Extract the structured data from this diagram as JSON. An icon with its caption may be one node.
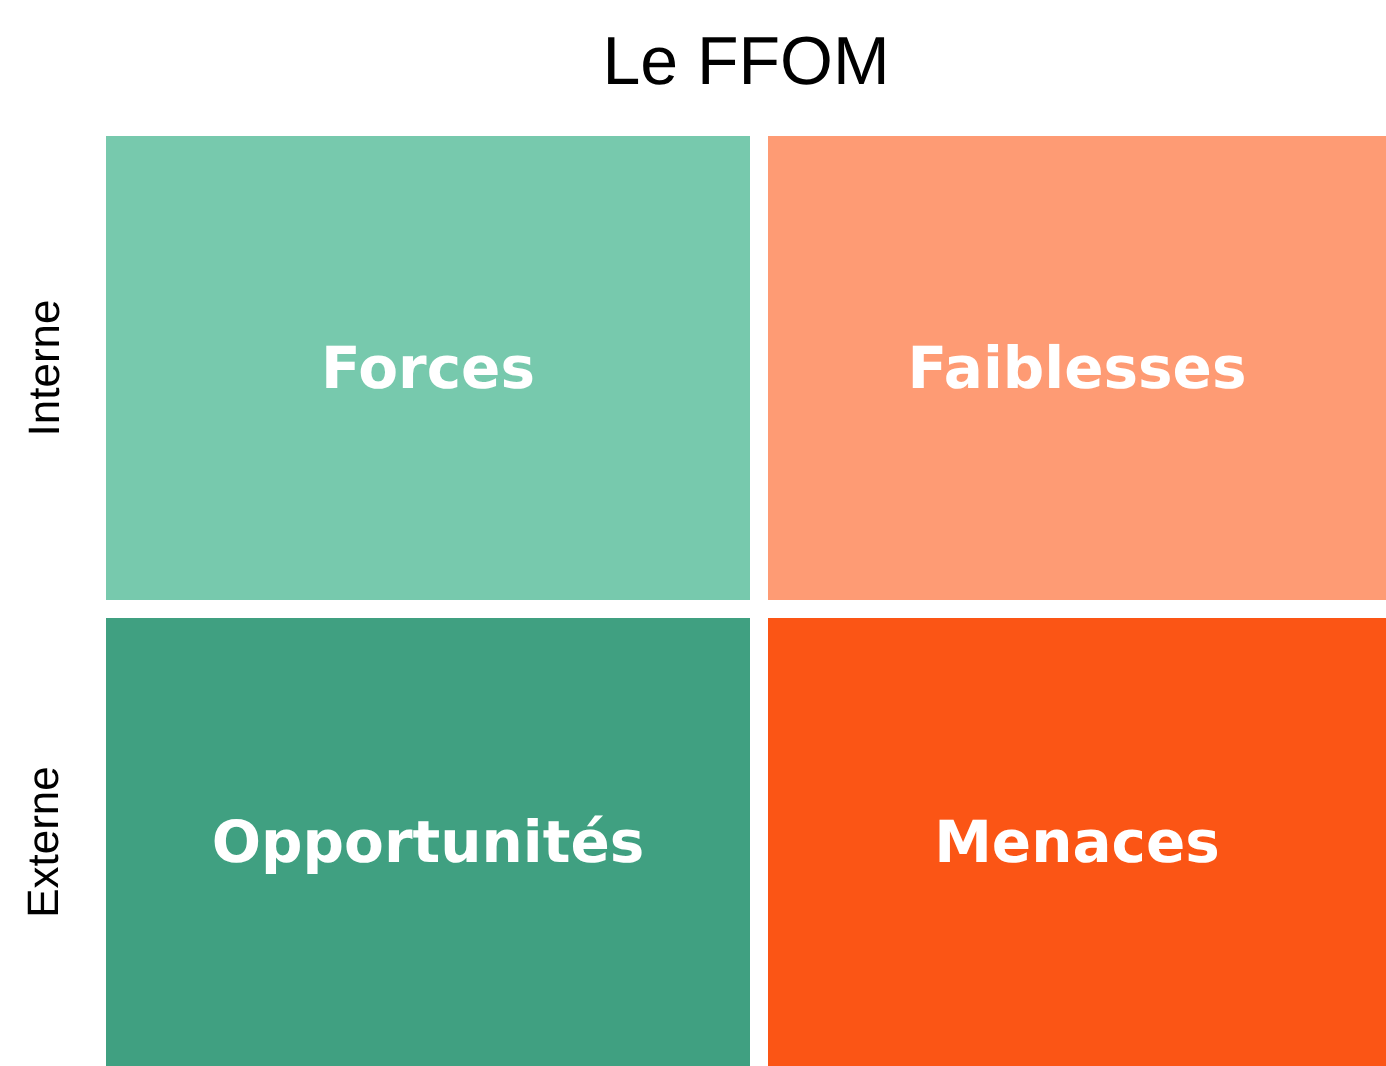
{
  "diagram": {
    "title": "Le FFOM",
    "nodes": [
      {
        "text": [
          "Forces"
        ]
      },
      {
        "text": [
          "Faiblesses"
        ]
      },
      {
        "text": [
          "Opportunités"
        ]
      },
      {
        "text": [
          "Menaces"
        ]
      }
    ],
    "labels": [
      "Interne",
      "Externe"
    ]
  }
}
